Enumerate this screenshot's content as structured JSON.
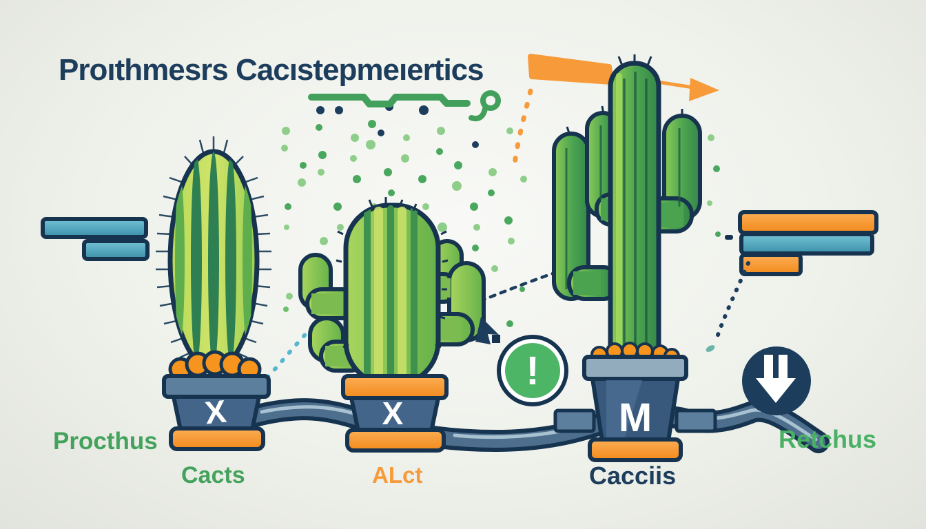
{
  "title": {
    "text": "Proıthmesrs Cacıstepmeıertics",
    "color": "#1d3d5c"
  },
  "labels": {
    "left": {
      "text": "Procthus",
      "color": "#43a35c"
    },
    "cactus1": {
      "text": "Cacts",
      "color": "#43a35c"
    },
    "cactus2": {
      "text": "ALct",
      "color": "#f79b3a"
    },
    "cactus3": {
      "text": "Cacciis",
      "color": "#1d3d5c"
    },
    "right": {
      "text": "Retchus",
      "color": "#4ab065"
    }
  },
  "pots": {
    "pot1_letter": "X",
    "pot2_letter": "X",
    "pot3_letter": "M"
  },
  "icons": {
    "alert_glyph": "!",
    "alert_icon_name": "exclamation-circle-icon",
    "download_icon_name": "double-down-arrow-icon"
  },
  "colors": {
    "navy": "#16334f",
    "text_navy": "#1d3d5c",
    "green_label": "#43a35c",
    "orange": "#f7941d",
    "teal": "#4aa9c0",
    "alert_green": "#4cb566",
    "pot_slate": "#46678a",
    "cactus_green": "#58b154"
  }
}
